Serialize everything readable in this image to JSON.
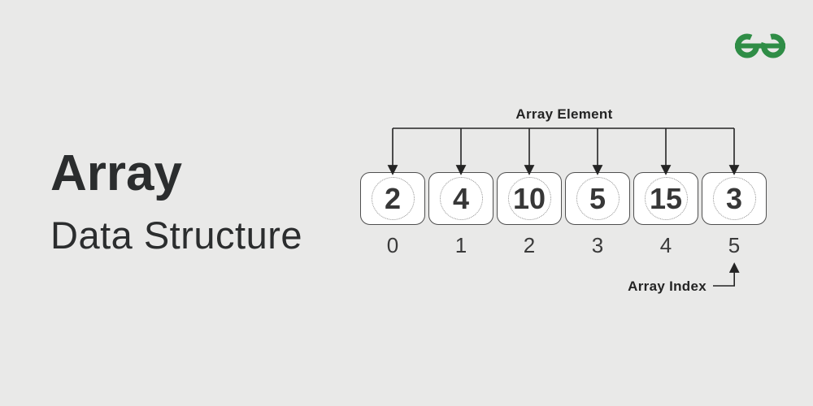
{
  "page": {
    "background_color": "#e9e9e8"
  },
  "brand": {
    "logo_name": "geeksforgeeks-logo",
    "logo_color": "#2f8d46"
  },
  "title": {
    "heading": "Array",
    "subheading": "Data Structure"
  },
  "diagram": {
    "element_label": "Array Element",
    "index_label": "Array Index",
    "cells": [
      {
        "value": "2",
        "index": "0"
      },
      {
        "value": "4",
        "index": "1"
      },
      {
        "value": "10",
        "index": "2"
      },
      {
        "value": "5",
        "index": "3"
      },
      {
        "value": "15",
        "index": "4"
      },
      {
        "value": "3",
        "index": "5"
      }
    ],
    "colors": {
      "line": "#242424",
      "box_border": "#4f4f4f",
      "box_fill": "#ffffff",
      "dotted_circle": "#909090",
      "value_text": "#373737"
    }
  }
}
